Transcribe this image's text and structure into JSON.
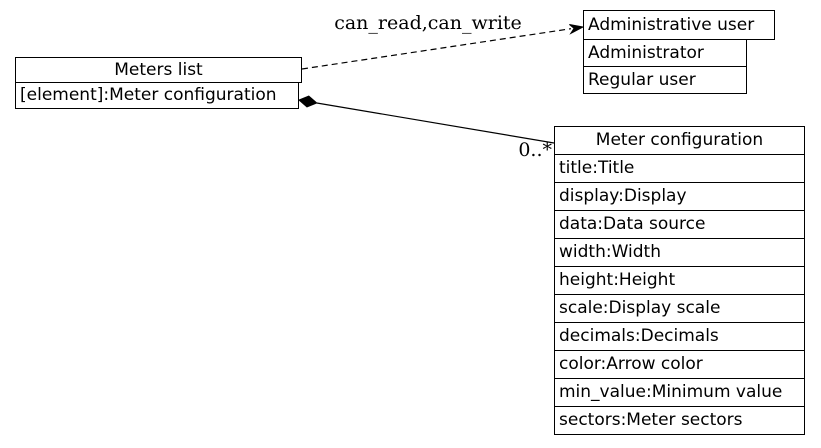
{
  "diagram": {
    "background_color": "#ffffff",
    "line_color": "#000000",
    "text_color": "#000000",
    "nodes": {
      "meters_list": {
        "title": "Meters list",
        "fields": [
          "[element]:Meter configuration"
        ]
      },
      "administrative_user": {
        "title": "Administrative user",
        "fields": [
          "Administrator",
          "Regular user"
        ]
      },
      "meter_configuration": {
        "title": "Meter configuration",
        "fields": [
          "title:Title",
          "display:Display",
          "data:Data source",
          "width:Width",
          "height:Height",
          "scale:Display scale",
          "decimals:Decimals",
          "color:Arrow color",
          "min_value:Minimum value",
          "sectors:Meter sectors"
        ]
      }
    },
    "edges": {
      "can_read_write": {
        "label": "can_read,can_write",
        "from": "meters_list",
        "to": "administrative_user",
        "style": "dashed",
        "arrowhead": "filled-vee"
      },
      "composition": {
        "label": "0..*",
        "from": "meters_list",
        "to": "meter_configuration",
        "style": "solid",
        "source_marker": "filled-diamond"
      }
    }
  }
}
